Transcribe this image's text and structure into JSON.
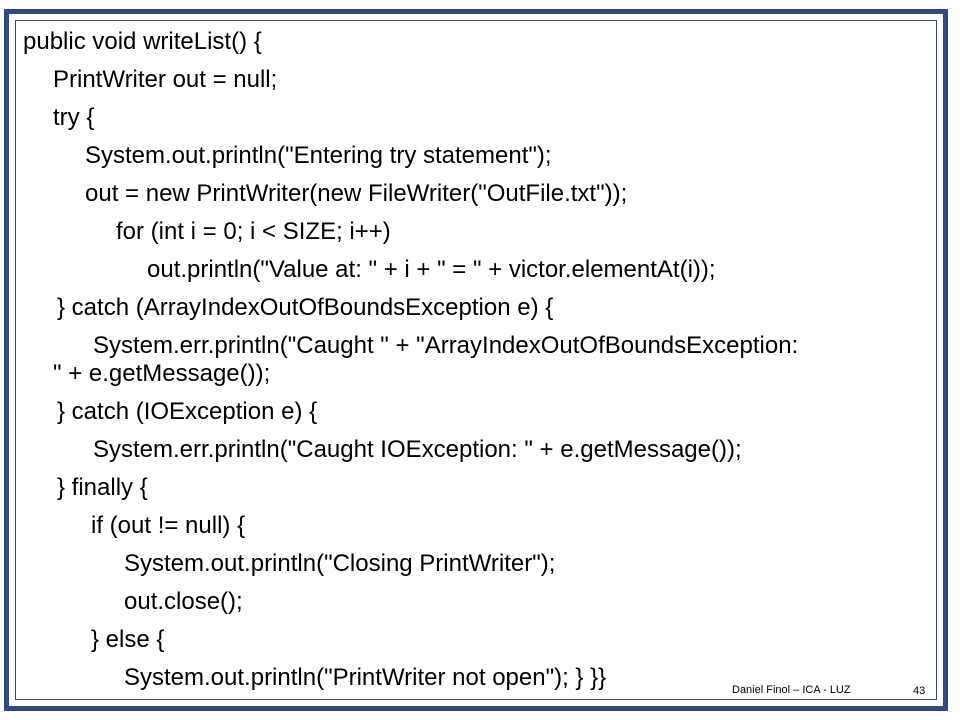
{
  "code": {
    "lines": [
      "public void writeList() {",
      "PrintWriter out = null;",
      "try {",
      "System.out.println(\"Entering try statement\");",
      "out = new PrintWriter(new FileWriter(\"OutFile.txt\"));",
      "for (int i = 0; i < SIZE; i++)",
      "out.println(\"Value at: \" + i + \" = \"  + victor.elementAt(i));",
      "} catch (ArrayIndexOutOfBoundsException e) {",
      "System.err.println(\"Caught \"  + \"ArrayIndexOutOfBoundsException:",
      "\"  +   e.getMessage());",
      "} catch (IOException e) {",
      "System.err.println(\"Caught IOException: \" +  e.getMessage());",
      "} finally {",
      "if (out != null) {",
      "System.out.println(\"Closing PrintWriter\");",
      "out.close();",
      "}  else {",
      "System.out.println(\"PrintWriter not open\");   }     }}"
    ]
  },
  "footer": {
    "author": "Daniel Finol – ICA - LUZ",
    "slide_number": "43"
  }
}
